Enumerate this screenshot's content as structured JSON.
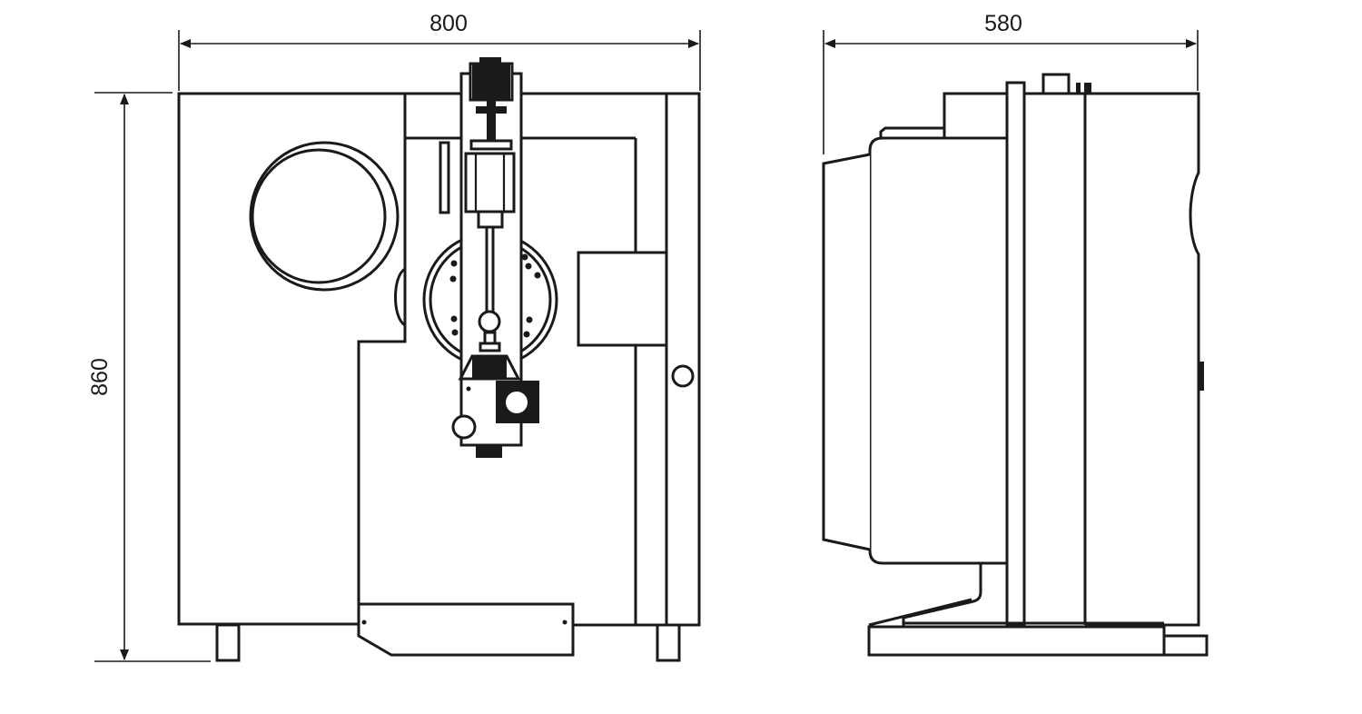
{
  "front_view": {
    "width_label": "800",
    "height_label": "860"
  },
  "side_view": {
    "depth_label": "580"
  },
  "colors": {
    "line": "#1a1a1a",
    "background": "#ffffff"
  }
}
